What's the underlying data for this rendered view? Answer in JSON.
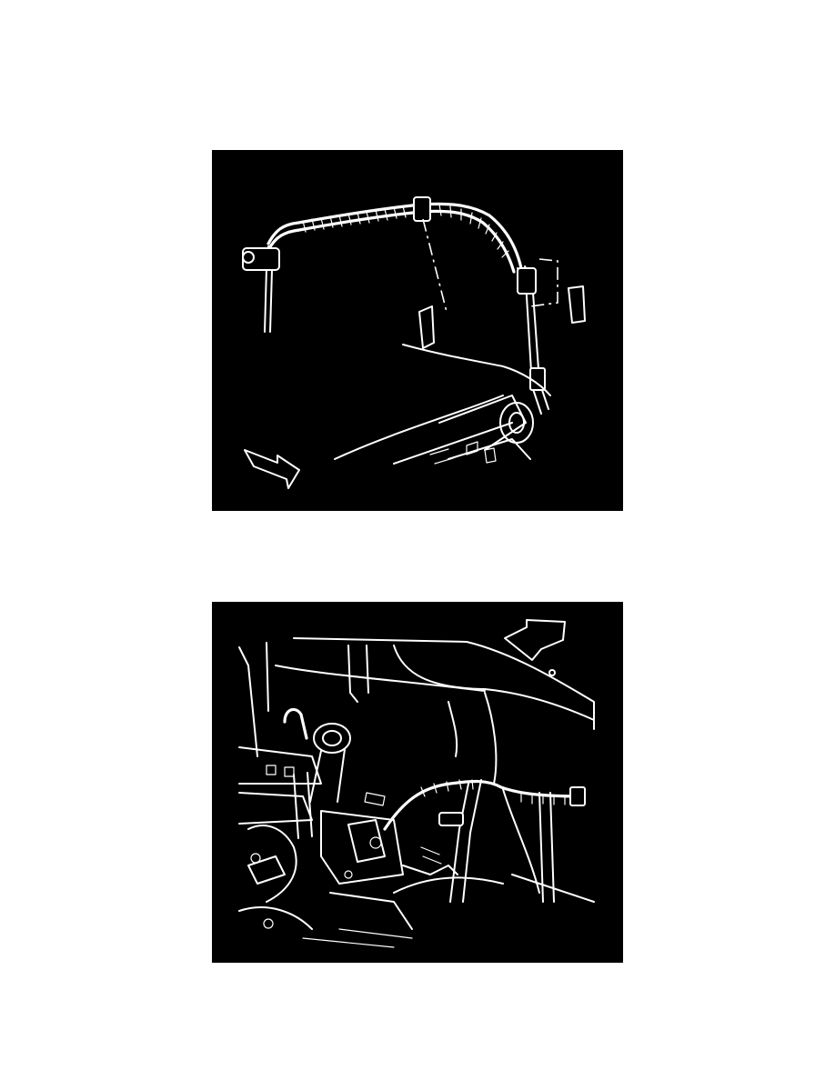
{
  "page": {
    "background": "#ffffff",
    "figure_background": "#000000",
    "line_color": "#ffffff"
  },
  "figures": [
    {
      "id": "figure-1",
      "depicts": "wiring-harness-illustration",
      "direction_icon": "front-arrow-icon"
    },
    {
      "id": "figure-2",
      "depicts": "engine-bay-illustration",
      "direction_icon": "front-arrow-icon"
    }
  ]
}
